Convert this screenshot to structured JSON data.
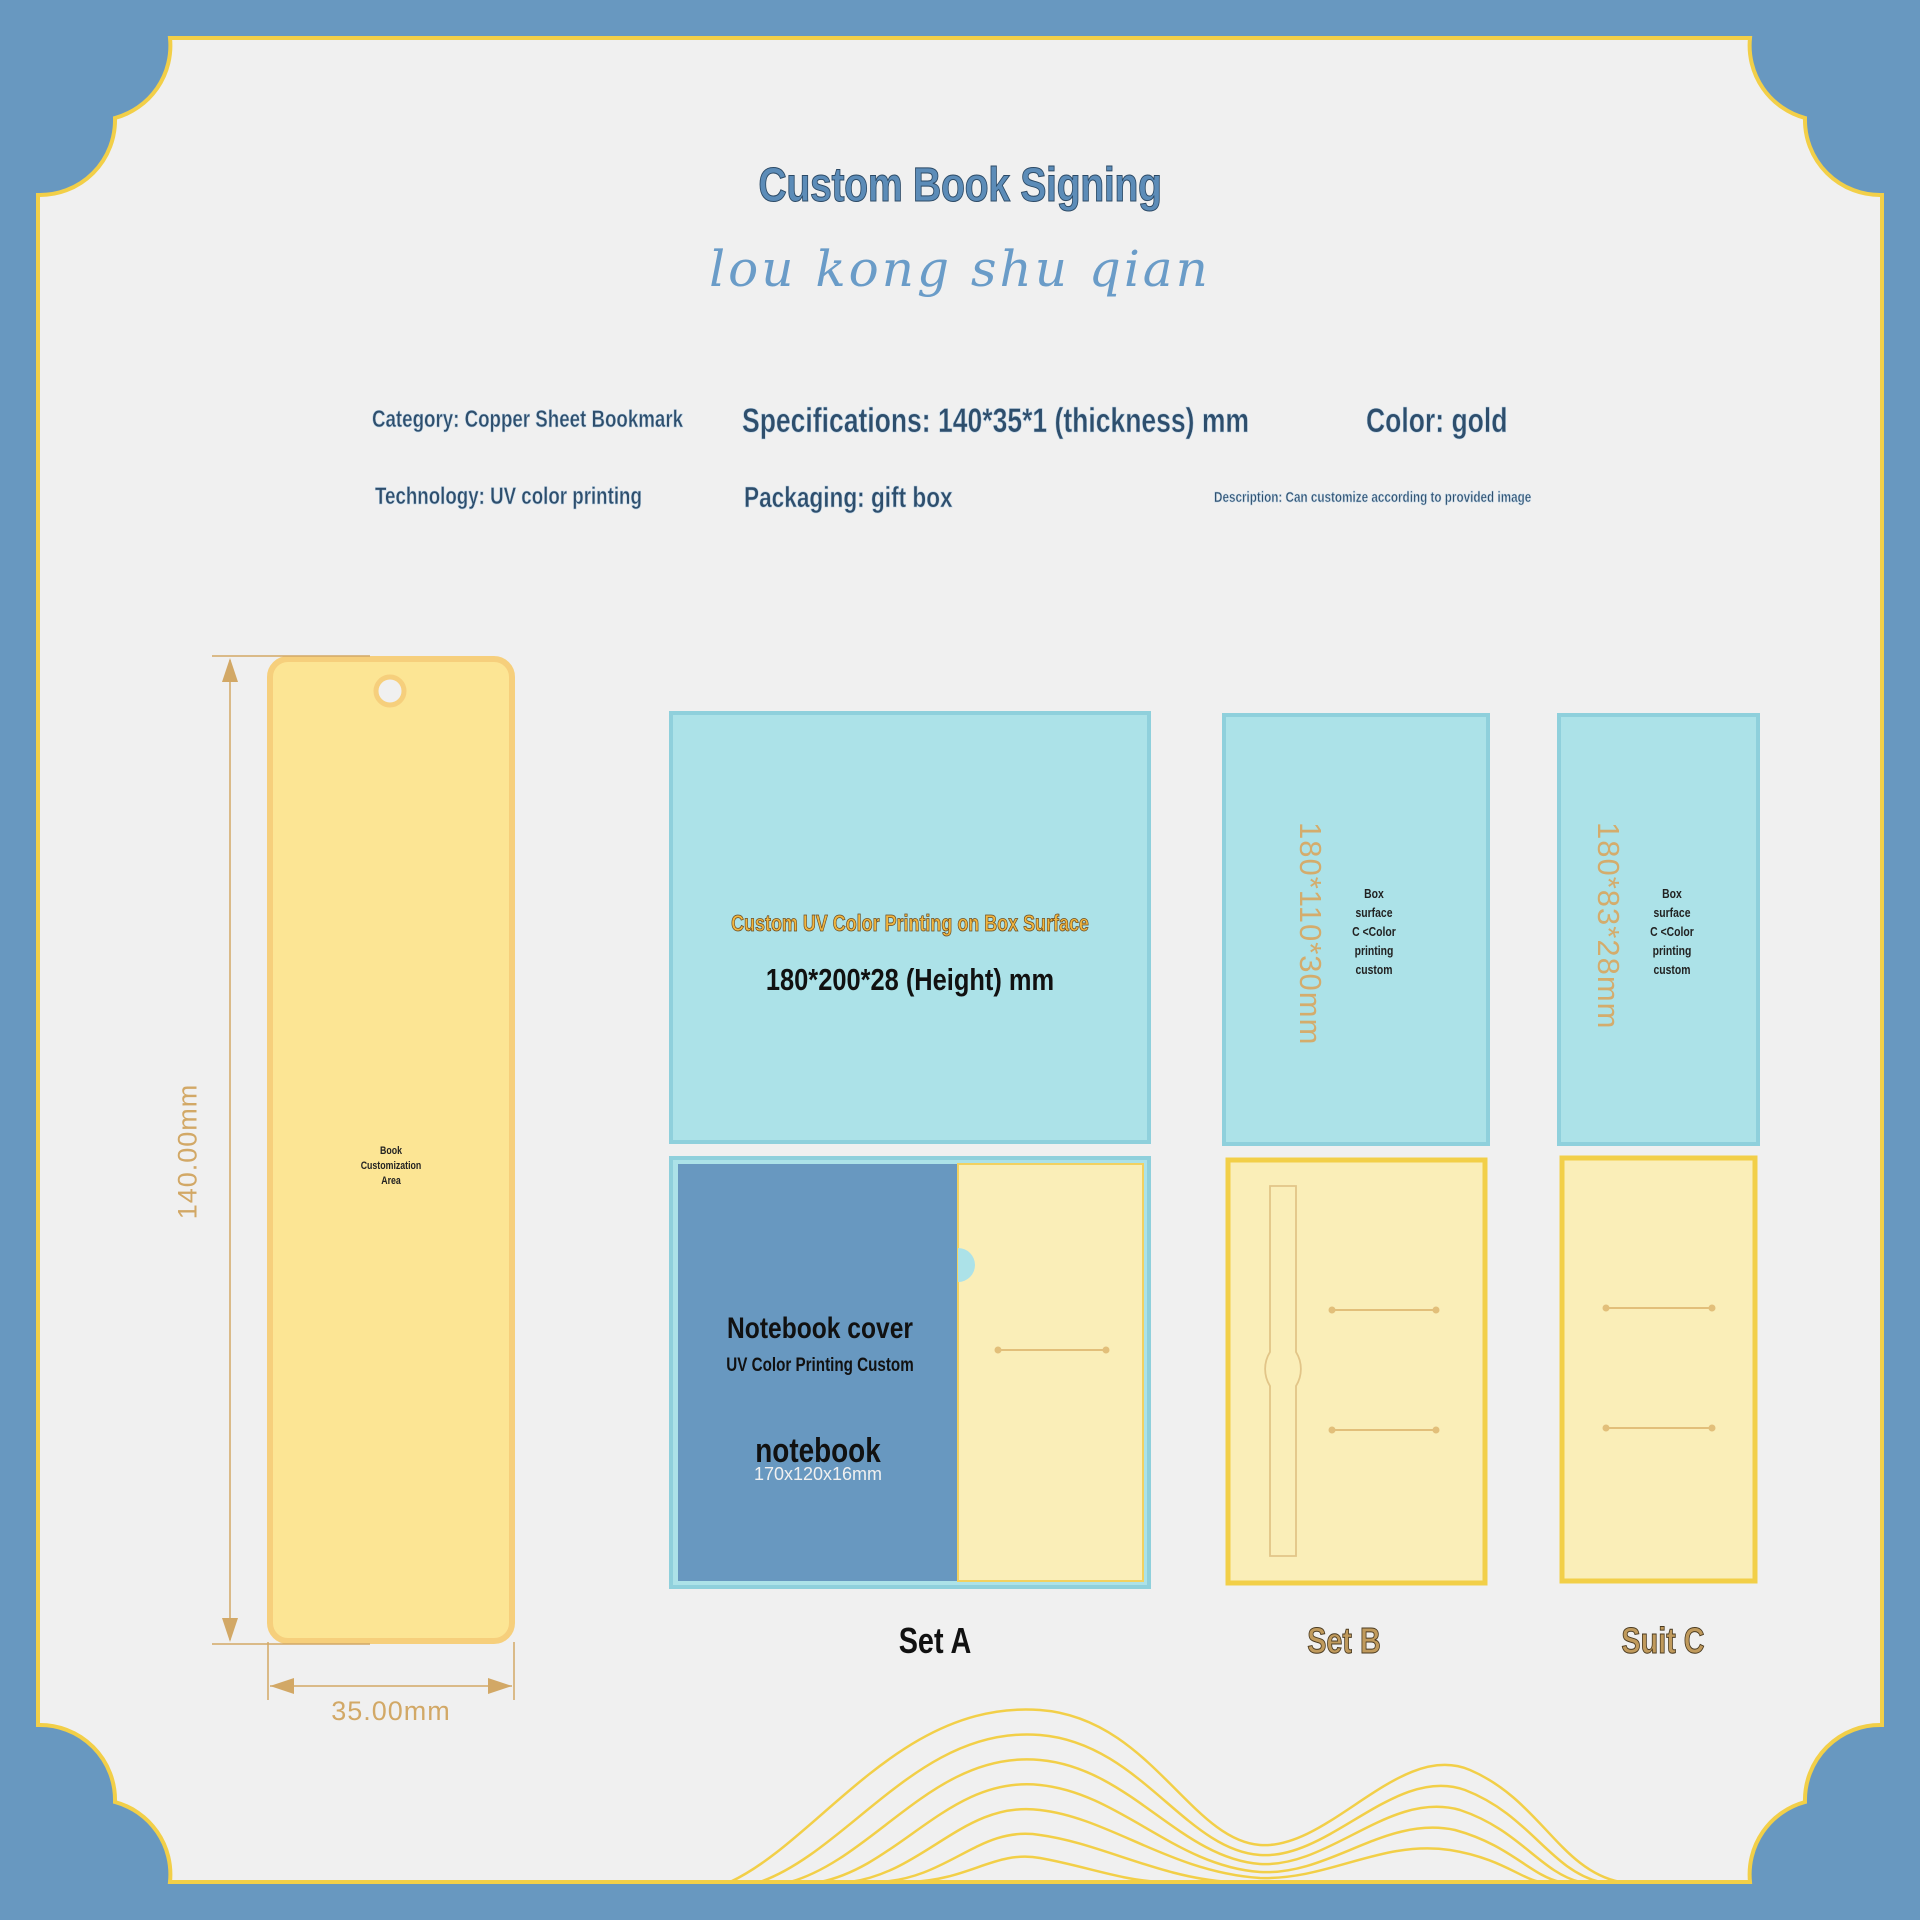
{
  "header": {
    "title": "Custom Book Signing",
    "subtitle": "lou kong shu qian"
  },
  "specs": {
    "category": "Category: Copper Sheet Bookmark",
    "specifications": "Specifications: 140*35*1 (thickness) mm",
    "color": "Color: gold",
    "technology": "Technology: UV color printing",
    "packaging": "Packaging: gift box",
    "description": "Description: Can customize according to provided image"
  },
  "bookmark": {
    "area_label_1": "Book",
    "area_label_2": "Customization",
    "area_label_3": "Area",
    "height_label": "140.00mm",
    "width_label": "35.00mm"
  },
  "set_a": {
    "box_title": "Custom UV Color Printing on Box Surface",
    "box_size": "180*200*28 (Height) mm",
    "cover_title": "Notebook cover",
    "cover_sub": "UV Color Printing Custom",
    "notebook": "notebook",
    "notebook_size": "170x120x16mm",
    "label": "Set A"
  },
  "set_b": {
    "size": "180*110*30mm",
    "box_text_1": "Box",
    "box_text_2": "surface",
    "box_text_3": "C <Color",
    "box_text_4": "printing",
    "box_text_5": "custom",
    "label": "Set B"
  },
  "suit_c": {
    "size": "180*83*28mm",
    "box_text_1": "Box",
    "box_text_2": "surface",
    "box_text_3": "C <Color",
    "box_text_4": "printing",
    "box_text_5": "custom",
    "label": "Suit C"
  },
  "colors": {
    "background": "#6898c0",
    "card": "#f0f0f0",
    "gold_border": "#f2cf48",
    "bookmark_fill": "#fce594",
    "box_fill": "#ace2e8",
    "navy_panel": "#6898c0",
    "tan_text": "#d2a866"
  }
}
